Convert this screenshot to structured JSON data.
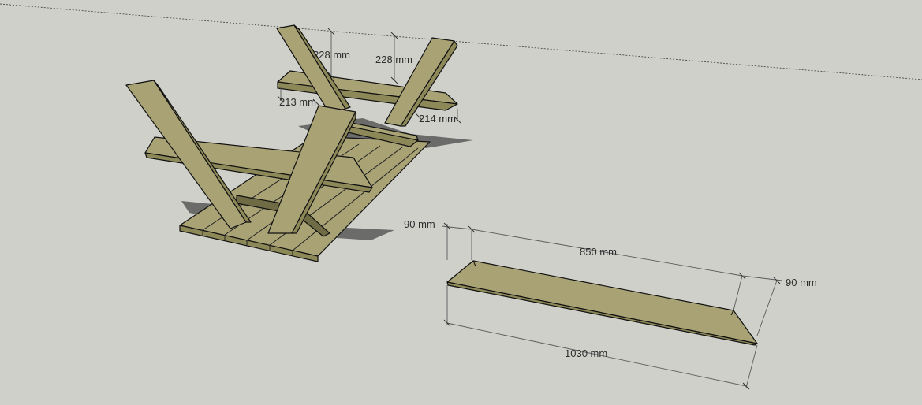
{
  "dimensions": {
    "left_gap": "228 mm",
    "right_gap": "228 mm",
    "left_overhang": "213 mm",
    "right_overhang": "214 mm",
    "board_width_left": "90 mm",
    "board_width_right": "90 mm",
    "inner_length": "850 mm",
    "total_length": "1030 mm"
  },
  "colors": {
    "background": "#d0d0cb",
    "wood_light": "#a8a275",
    "wood_side": "#8d8858",
    "wood_dark": "#6f6b44",
    "shadow": "#4a4a4a",
    "axis_line": "#4a4a4a"
  }
}
